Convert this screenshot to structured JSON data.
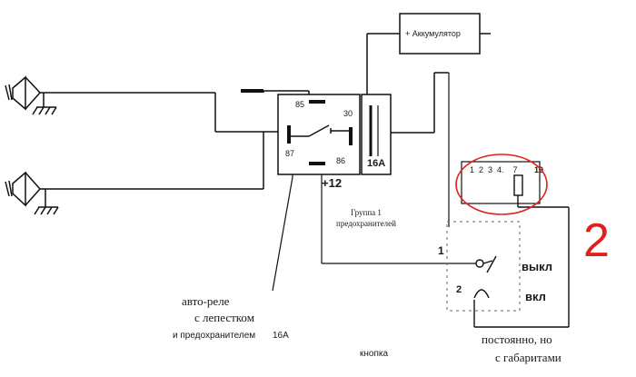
{
  "battery": {
    "label": "+ Аккумулятор"
  },
  "relay": {
    "pins": {
      "p85": "85",
      "p30": "30",
      "p87": "87",
      "p86": "86"
    },
    "fuse_label": "16А",
    "plus_label": "+12"
  },
  "fuse_group": {
    "numbers": "1  2  3  4.    7",
    "number_10": "10",
    "label_line1": "Группа 1",
    "label_line2": "предохранителей"
  },
  "button": {
    "label_1": "1",
    "label_2": "2",
    "off_label": "выкл",
    "on_label": "вкл",
    "caption": "кнопка"
  },
  "relay_caption": {
    "line1": "авто-реле",
    "line2": "с лепестком",
    "line3": "и предохранителем",
    "line3_value": "16А"
  },
  "constant_note": {
    "line1": "постоянно, но",
    "line2": "с габаритами"
  },
  "annotation": {
    "mark": "2",
    "color": "#e0201b"
  }
}
